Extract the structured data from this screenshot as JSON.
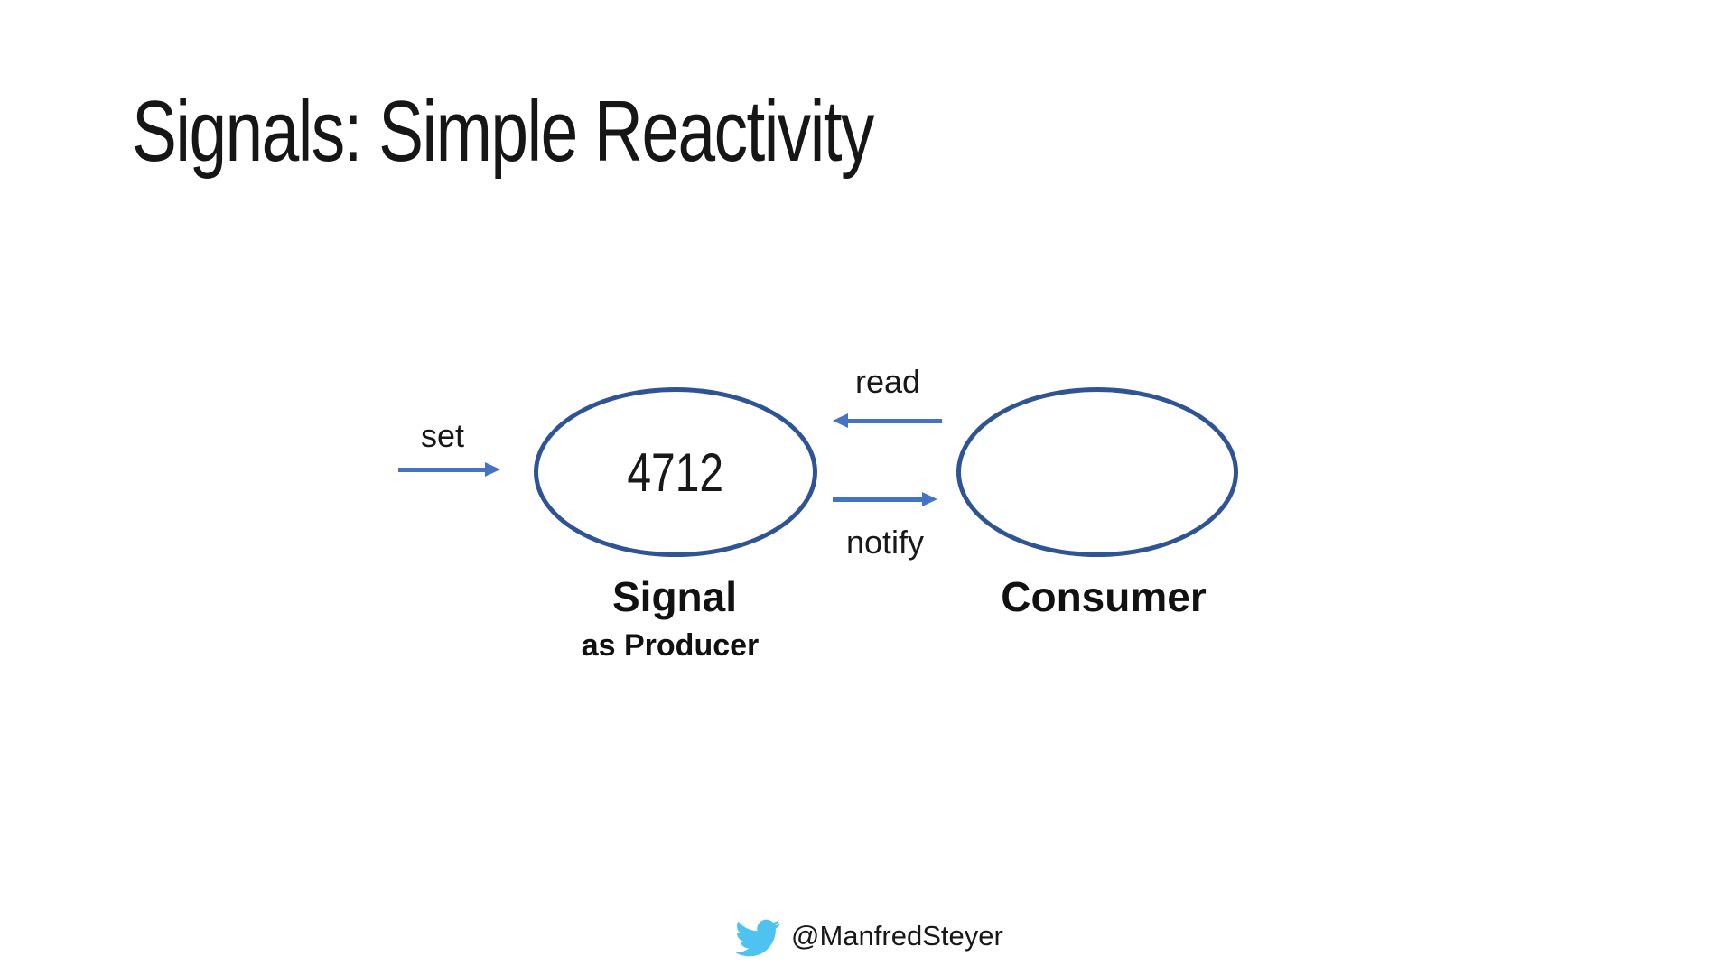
{
  "slide": {
    "title": "Signals: Simple Reactivity"
  },
  "diagram": {
    "signal": {
      "value": "4712",
      "label": "Signal",
      "sublabel": "as Producer"
    },
    "consumer": {
      "label": "Consumer"
    },
    "arrows": {
      "set_label": "set",
      "read_label": "read",
      "notify_label": "notify"
    }
  },
  "footer": {
    "twitter_handle": "@ManfredSteyer",
    "twitter_icon": "twitter-bird-icon"
  },
  "colors": {
    "background": "#ffffff",
    "text": "#161616",
    "ellipse_stroke": "#2F5496",
    "arrow": "#4472C4",
    "twitter": "#4EC3F0"
  }
}
